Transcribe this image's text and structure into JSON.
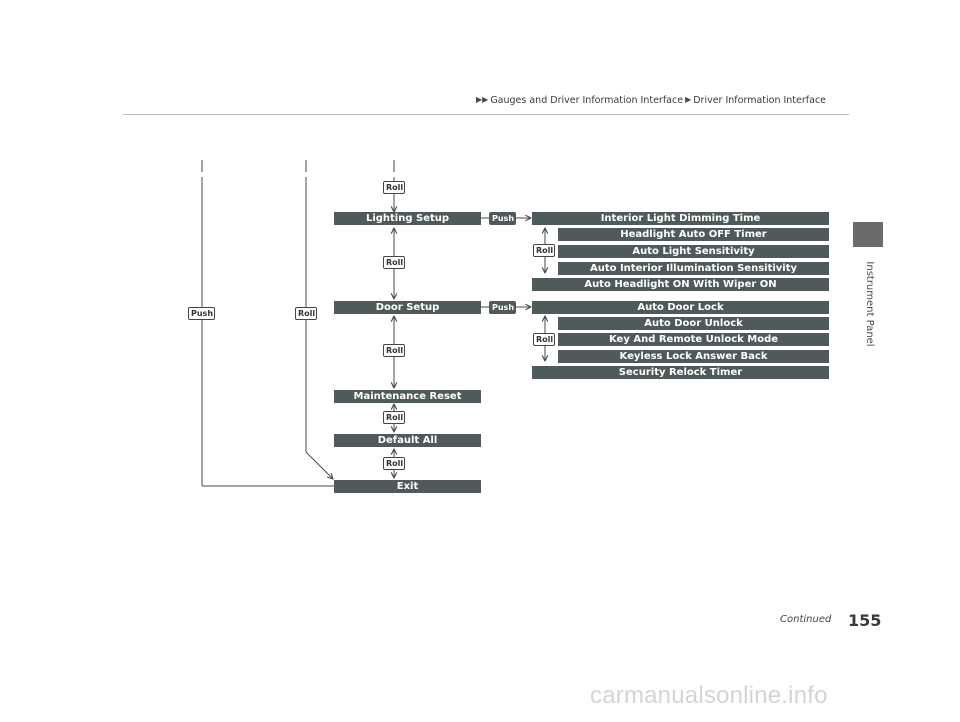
{
  "header": {
    "breadcrumb": [
      "Gauges and Driver Information Interface",
      "Driver Information Interface"
    ]
  },
  "side_tab": {
    "label": "Instrument Panel"
  },
  "footer": {
    "continued": "Continued",
    "page_number": "155"
  },
  "watermark": "carmanualsonline.info",
  "diagram": {
    "main_menu": [
      "Lighting Setup",
      "Door Setup",
      "Maintenance Reset",
      "Default All",
      "Exit"
    ],
    "lighting_submenu": [
      "Interior Light Dimming Time",
      "Headlight Auto OFF Timer",
      "Auto Light Sensitivity",
      "Auto Interior Illumination Sensitivity",
      "Auto Headlight ON With Wiper ON"
    ],
    "door_submenu": [
      "Auto Door Lock",
      "Auto Door Unlock",
      "Key And Remote Unlock Mode",
      "Keyless Lock Answer Back",
      "Security Relock Timer"
    ],
    "labels": {
      "roll": "Roll",
      "push": "Push"
    }
  }
}
